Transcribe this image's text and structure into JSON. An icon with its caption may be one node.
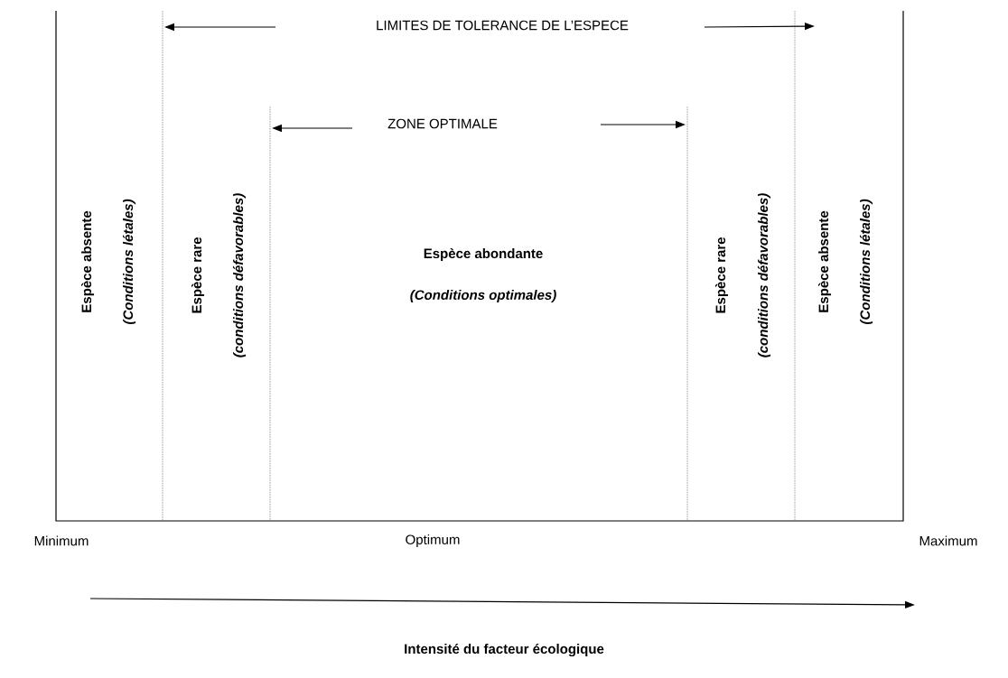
{
  "diagram": {
    "labels": [
      "LIMITES  DE  TOLERANCE  DE  L’ESPECE",
      "ZONE    OPTIMALE",
      "Espèce absente",
      "(Conditions létales)",
      "Espèce rare",
      "(conditions  défavorables)",
      "Espèce abondante",
      "(Conditions optimales)",
      "Espèce rare",
      "(conditions  défavorables)",
      "Espèce absente",
      "(Conditions létales)",
      "Minimum",
      "Optimum",
      "Maximum",
      "Intensité  du facteur écologique"
    ]
  }
}
